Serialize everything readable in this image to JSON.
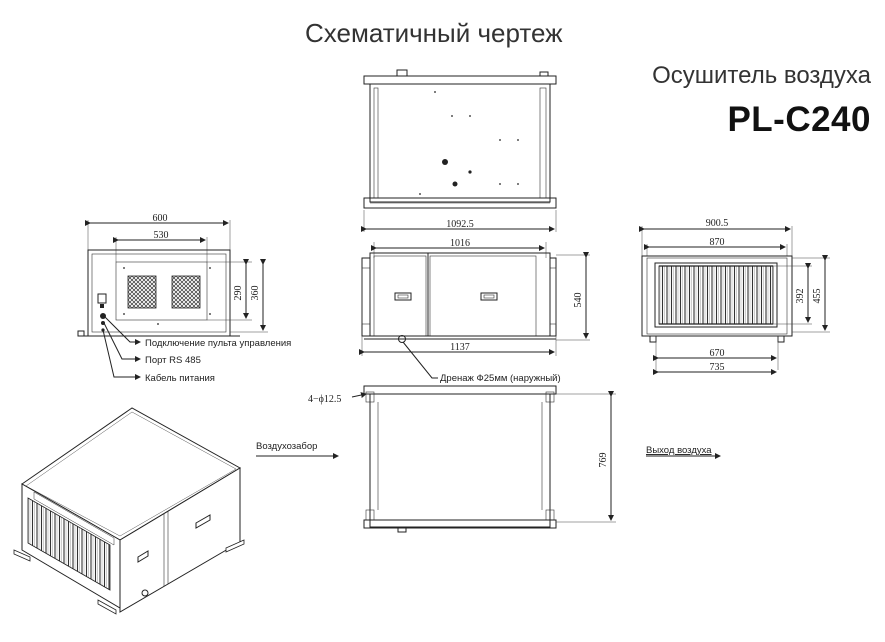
{
  "header": {
    "title": "Схематичный чертеж",
    "product": "Осушитель воздуха",
    "model": "PL-C240"
  },
  "side_view": {
    "dim_width_outer": "600",
    "dim_width_inner": "530",
    "dim_height_inner": "290",
    "dim_height_outer": "360",
    "callouts": [
      "Подключение пульта управления",
      "Порт RS 485",
      "Кабель питания"
    ]
  },
  "top_view": {
    "dim_length": "1092.5"
  },
  "front_view": {
    "dim_length_inner": "1016",
    "dim_length_outer": "1137",
    "dim_height": "540",
    "drain_label": "Дренаж Ф25мм (наружный)"
  },
  "flange_view": {
    "dim_width_outer": "900.5",
    "dim_width_mid": "870",
    "dim_width_inner": "670",
    "dim_width_base": "735",
    "dim_height_inner": "392",
    "dim_height_outer": "455"
  },
  "bottom_view": {
    "hole_label": "4−ϕ12.5",
    "dim_depth": "769"
  },
  "airflow": {
    "inlet": "Воздухозабор",
    "outlet": "Выход воздуха"
  }
}
